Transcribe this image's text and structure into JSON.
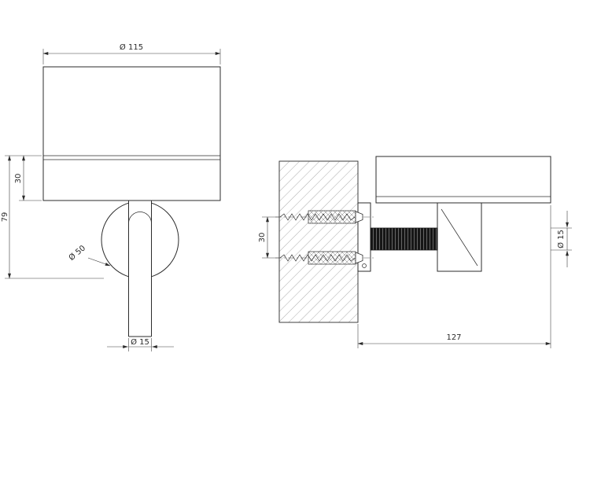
{
  "drawing": {
    "type": "technical-drawing",
    "views": {
      "front": {
        "dim_cup_diameter": "Ø 115",
        "dim_holder_height": "30",
        "dim_overall_height": "79",
        "dim_rosette_diameter": "Ø 50",
        "dim_stem_diameter": "Ø 15"
      },
      "side": {
        "dim_screw_spacing": "30",
        "dim_rod_diameter": "Ø 15",
        "dim_wall_projection": "127"
      }
    },
    "colors": {
      "line": "#2b2b2b",
      "dim_line": "#3a3a3a",
      "rod_fill": "#161616",
      "hatch": "#8a8a8a"
    }
  }
}
